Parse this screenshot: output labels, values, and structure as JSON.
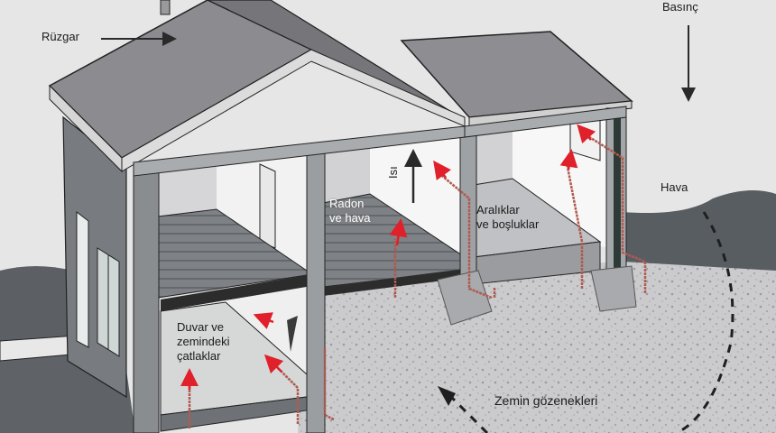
{
  "diagram": {
    "title": "Radon entry into a house",
    "labels": {
      "wind": "Rüzgar",
      "pressure": "Basınç",
      "air": "Hava",
      "heat": "Isı",
      "radon_line1": "Radon",
      "radon_line2": "ve hava",
      "gaps_line1": "Aralıklar",
      "gaps_line2": "ve boşluklar",
      "cracks_line1": "Duvar ve",
      "cracks_line2": "zemindeki",
      "cracks_line3": "çatlaklar",
      "soil_pores": "Zemin gözenekleri"
    },
    "arrows": {
      "wind": "arrow-right",
      "pressure": "arrow-down",
      "heat": "arrow-up",
      "soil_flow": "dashed-curve-arrow"
    },
    "colors": {
      "background": "#e6e6e6",
      "roof": "#8a8a8e",
      "wall_dark": "#7c7f82",
      "interior": "#f4f4f4",
      "floor": "#7d8084",
      "soil": "#c9c9cc",
      "hill": "#5a5e62",
      "radon_arrow": "#e0202a",
      "radon_path": "#b05a50"
    }
  }
}
